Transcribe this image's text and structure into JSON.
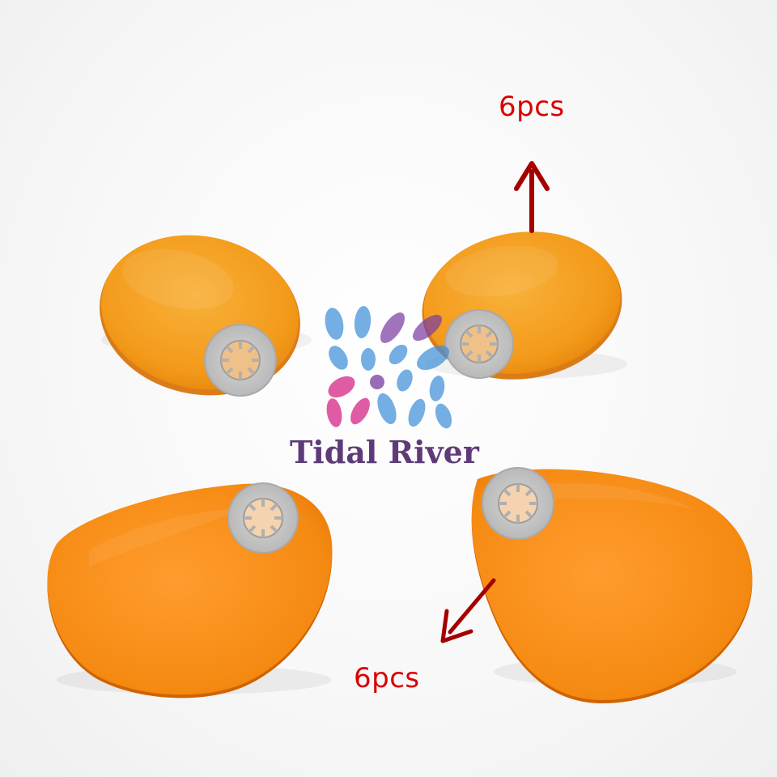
{
  "watermark": {
    "brand_text": "Tidal River"
  },
  "annotations": {
    "top_quantity": "6pcs",
    "bottom_quantity": "6pcs"
  },
  "colors": {
    "lens_orange": "#f39a1a",
    "lens_orange_dark": "#e06d00",
    "label_red": "#d90000",
    "arrow_red": "#a50000",
    "grommet_gray": "#c6c6c6",
    "brand_purple": "#5e3b78",
    "logo_blue": "#3f8fd8",
    "logo_purple": "#7a3fa0",
    "logo_pink": "#d62b8a"
  }
}
